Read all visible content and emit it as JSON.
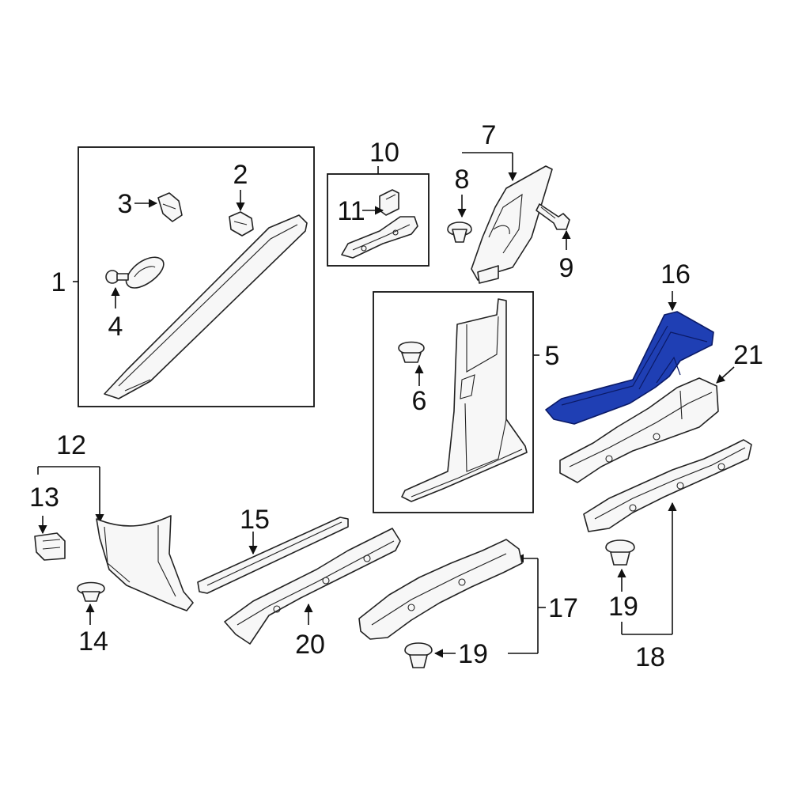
{
  "diagram": {
    "callouts": [
      {
        "id": "1",
        "text": "1"
      },
      {
        "id": "2",
        "text": "2"
      },
      {
        "id": "3",
        "text": "3"
      },
      {
        "id": "4",
        "text": "4"
      },
      {
        "id": "5",
        "text": "5"
      },
      {
        "id": "6",
        "text": "6"
      },
      {
        "id": "7",
        "text": "7"
      },
      {
        "id": "8",
        "text": "8"
      },
      {
        "id": "9",
        "text": "9"
      },
      {
        "id": "10",
        "text": "10"
      },
      {
        "id": "11",
        "text": "11"
      },
      {
        "id": "12",
        "text": "12"
      },
      {
        "id": "13",
        "text": "13"
      },
      {
        "id": "14",
        "text": "14"
      },
      {
        "id": "15",
        "text": "15"
      },
      {
        "id": "16",
        "text": "16"
      },
      {
        "id": "17",
        "text": "17"
      },
      {
        "id": "18",
        "text": "18"
      },
      {
        "id": "19a",
        "text": "19"
      },
      {
        "id": "19b",
        "text": "19"
      },
      {
        "id": "20",
        "text": "20"
      },
      {
        "id": "21",
        "text": "21"
      }
    ],
    "highlight_color": "#1f3fb4",
    "outline_color": "#222222",
    "background_color": "#ffffff"
  }
}
